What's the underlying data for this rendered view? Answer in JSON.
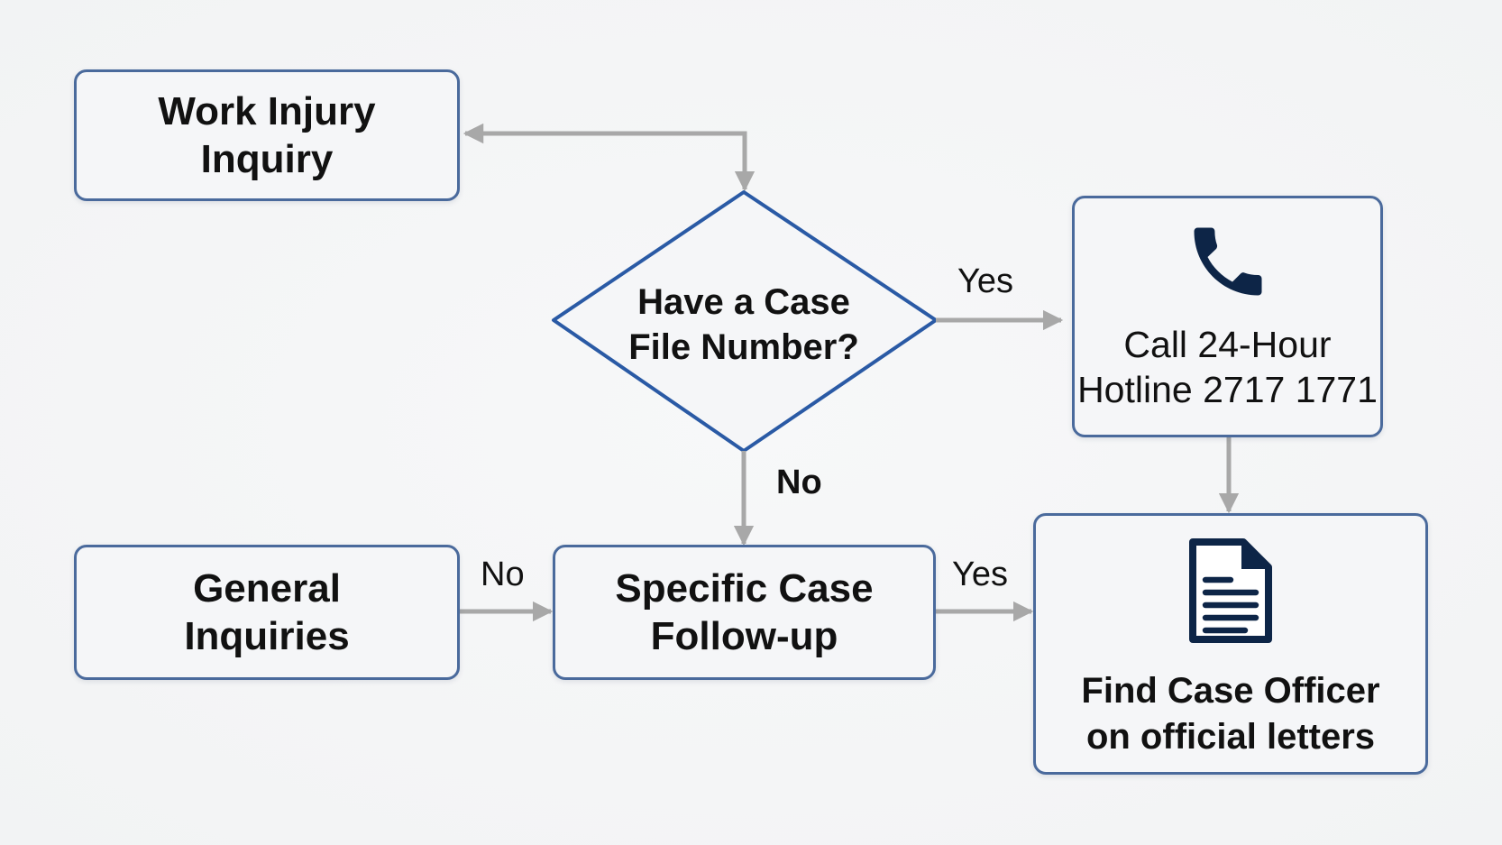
{
  "colors": {
    "node_border": "#4a6a9c",
    "diamond_border": "#2a5aa5",
    "arrow": "#a8a8a8",
    "icon": "#0d2547"
  },
  "nodes": {
    "work_injury_inquiry": "Work Injury\nInquiry",
    "decision": "Have a Case\nFile Number?",
    "hotline": "Call 24-Hour\nHotline 2717 1771",
    "general_inquiries": "General\nInquiries",
    "specific_case_followup": "Specific Case\nFollow-up",
    "find_case_officer": "Find Case Officer\non official letters"
  },
  "edges": {
    "decision_to_hotline": "Yes",
    "decision_to_followup": "No",
    "general_to_followup": "No",
    "followup_to_officer": "Yes"
  },
  "icons": {
    "hotline": "phone-icon",
    "officer": "document-icon"
  }
}
